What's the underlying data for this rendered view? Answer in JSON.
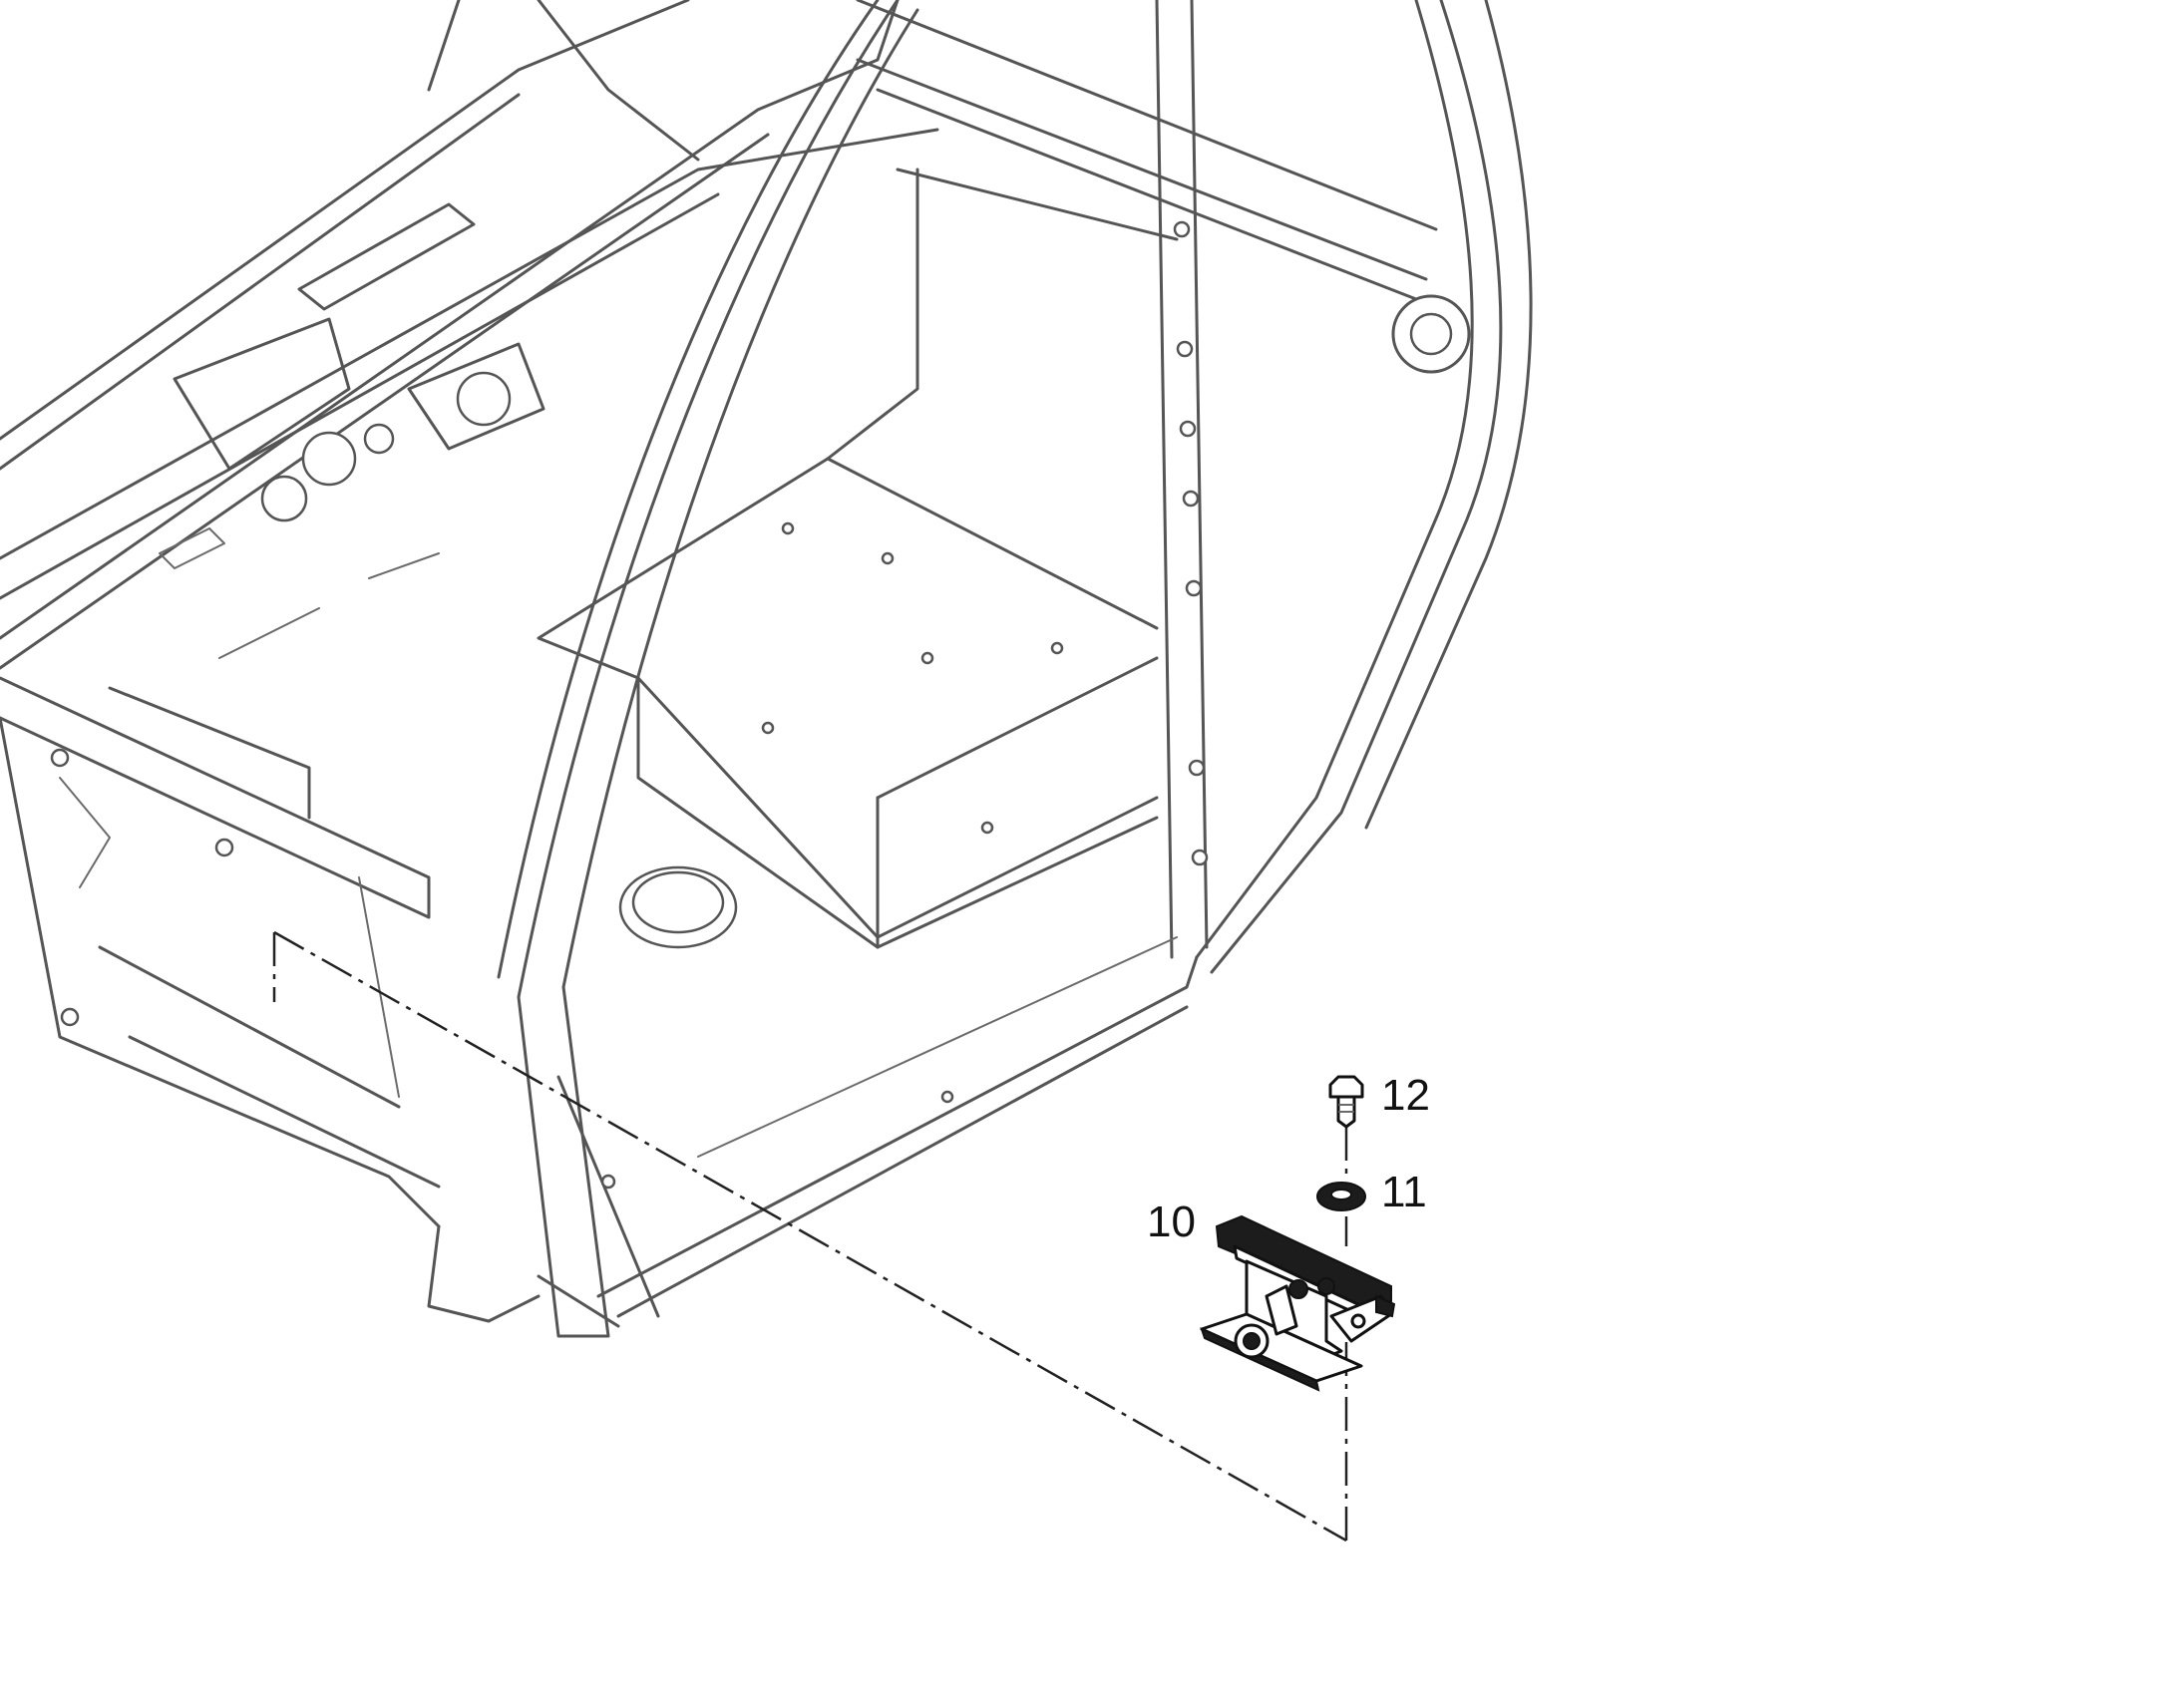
{
  "diagram": {
    "callouts": [
      {
        "id": "part-10",
        "label": "10"
      },
      {
        "id": "part-11",
        "label": "11"
      },
      {
        "id": "part-12",
        "label": "12"
      }
    ],
    "colors": {
      "frame_line": "#555555",
      "part_line": "#111111",
      "background": "#ffffff"
    }
  }
}
